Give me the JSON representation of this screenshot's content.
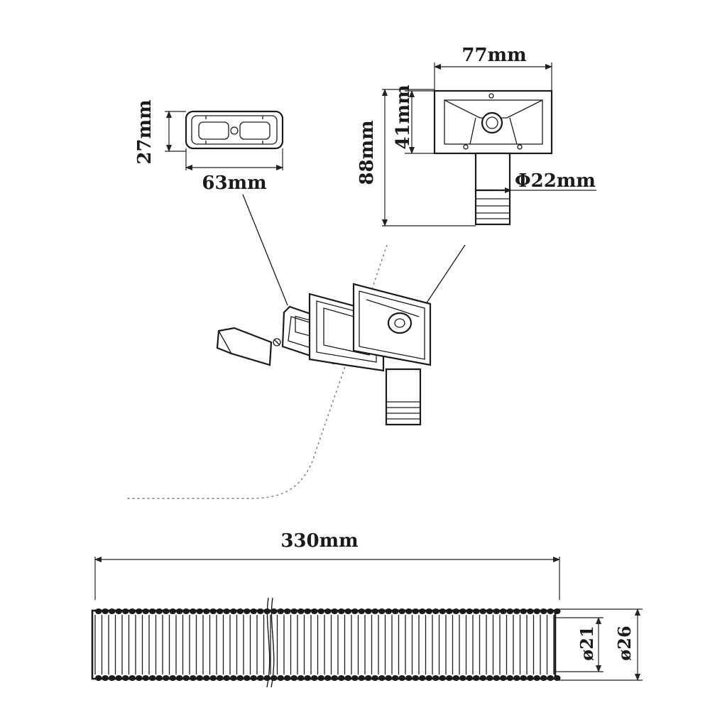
{
  "labels": {
    "cover_width": "63mm",
    "cover_height": "27mm",
    "box_width": "77mm",
    "box_inner_height": "41mm",
    "box_total_height": "88mm",
    "outlet_diameter": "Φ22mm",
    "hose_length": "330mm",
    "hose_inner_diameter": "ø21",
    "hose_outer_diameter": "ø26"
  }
}
